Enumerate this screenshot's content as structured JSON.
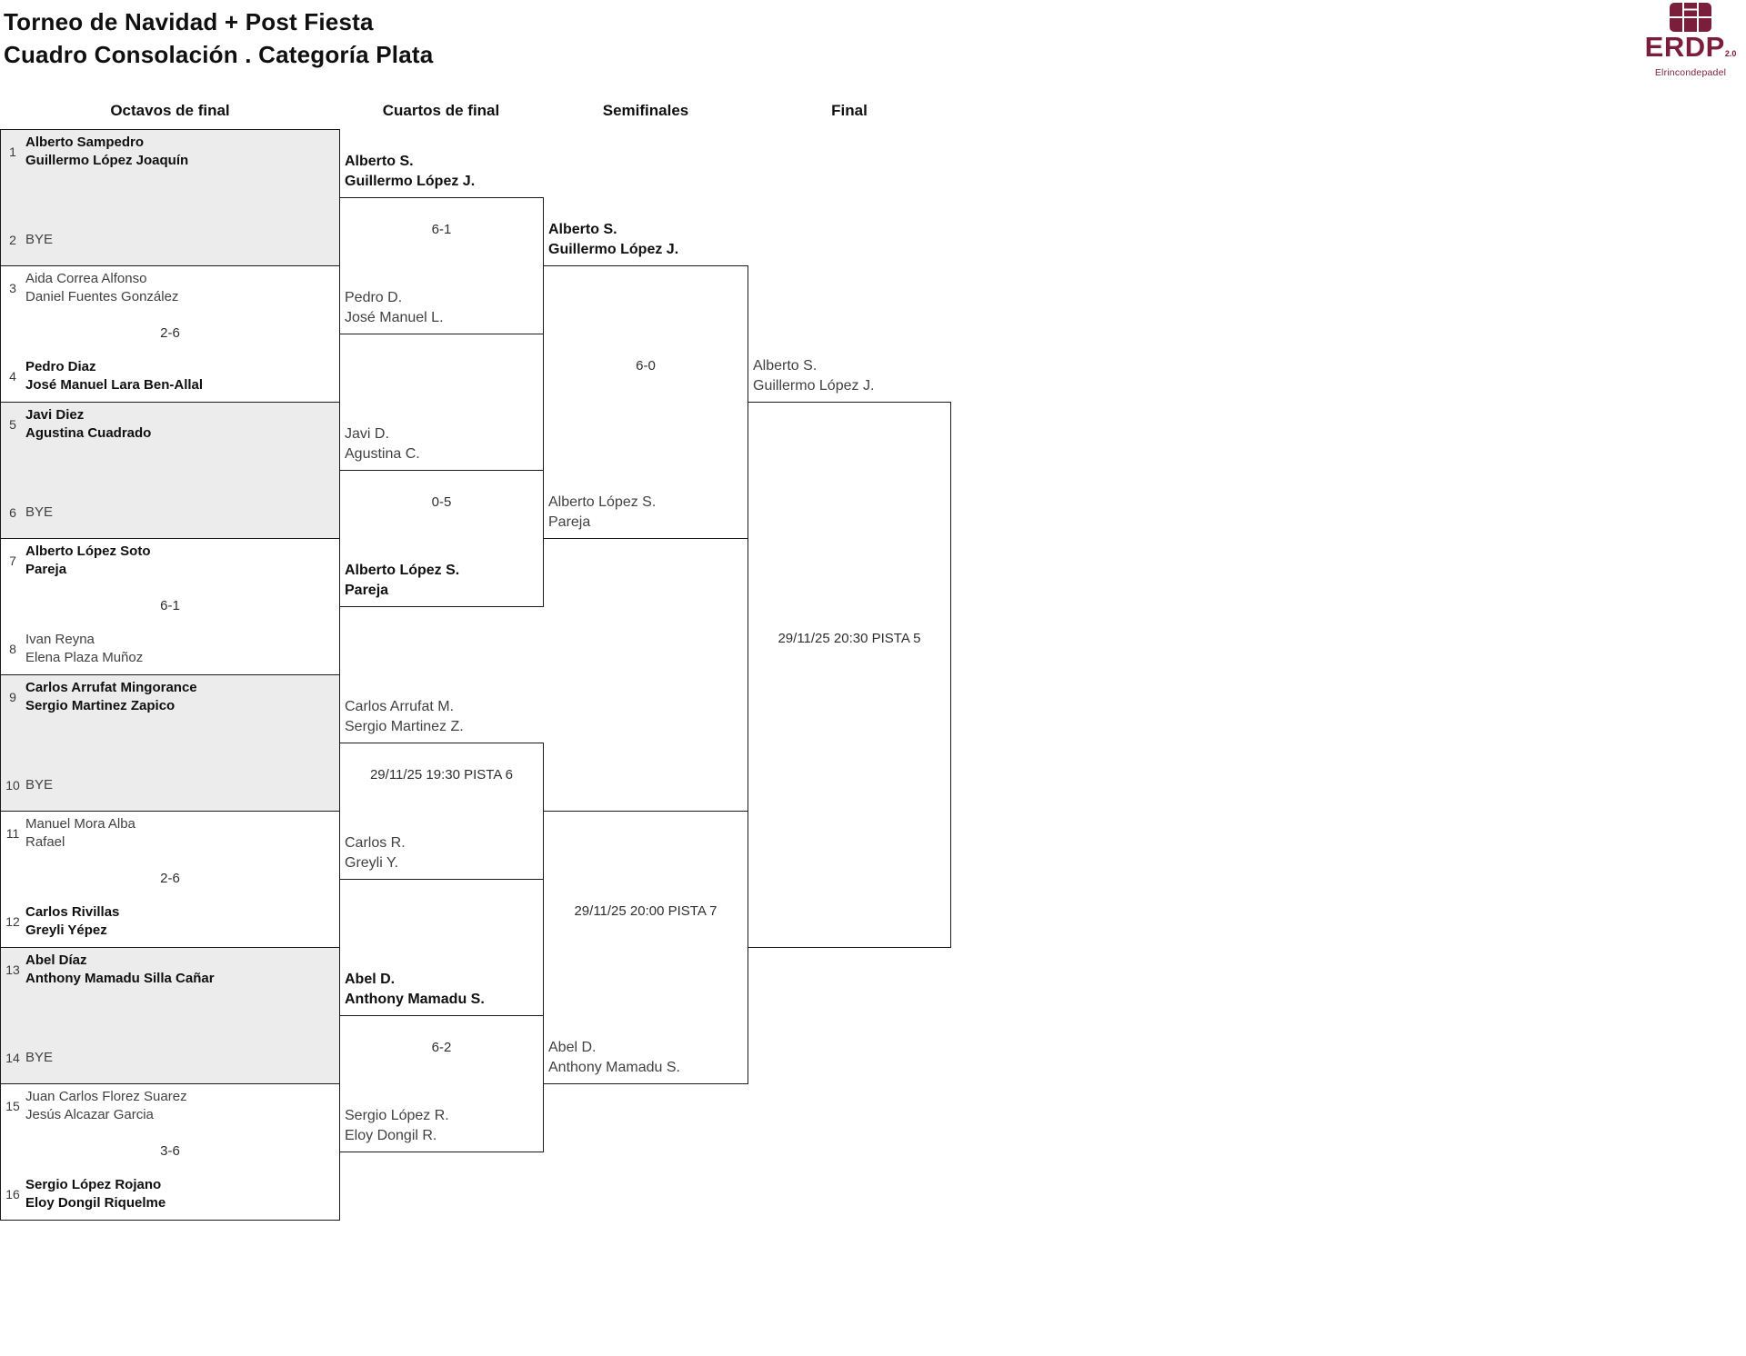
{
  "title": {
    "line1": "Torneo de Navidad + Post Fiesta",
    "line2": "Cuadro Consolación . Categoría Plata"
  },
  "logo": {
    "brand": "ERDP",
    "version": "2.0",
    "subtitle": "Elrincondepadel",
    "color": "#7b1e3c"
  },
  "rounds": {
    "r16": "Octavos de final",
    "qf": "Cuartos de final",
    "sf": "Semifinales",
    "final": "Final"
  },
  "r16": [
    {
      "seed_top": "1",
      "top1": "Alberto Sampedro",
      "top2": "Guillermo López Joaquín",
      "seed_bottom": "2",
      "bottom1": "BYE"
    },
    {
      "seed_top": "3",
      "top1": "Aida Correa Alfonso",
      "top2": "Daniel Fuentes González",
      "score": "2-6",
      "seed_bottom": "4",
      "bottom1": "Pedro Diaz",
      "bottom2": "José Manuel Lara Ben-Allal"
    },
    {
      "seed_top": "5",
      "top1": "Javi Diez",
      "top2": "Agustina Cuadrado",
      "seed_bottom": "6",
      "bottom1": "BYE"
    },
    {
      "seed_top": "7",
      "top1": "Alberto López Soto",
      "top2": "Pareja",
      "score": "6-1",
      "seed_bottom": "8",
      "bottom1": "Ivan Reyna",
      "bottom2": "Elena Plaza Muñoz"
    },
    {
      "seed_top": "9",
      "top1": "Carlos Arrufat Mingorance",
      "top2": "Sergio Martinez Zapico",
      "seed_bottom": "10",
      "bottom1": "BYE"
    },
    {
      "seed_top": "11",
      "top1": "Manuel Mora Alba",
      "top2": "Rafael",
      "score": "2-6",
      "seed_bottom": "12",
      "bottom1": "Carlos Rivillas",
      "bottom2": "Greyli Yépez"
    },
    {
      "seed_top": "13",
      "top1": "Abel Díaz",
      "top2": "Anthony Mamadu Silla Cañar",
      "seed_bottom": "14",
      "bottom1": "BYE"
    },
    {
      "seed_top": "15",
      "top1": "Juan Carlos Florez Suarez",
      "top2": "Jesús Alcazar Garcia",
      "score": "3-6",
      "seed_bottom": "16",
      "bottom1": "Sergio López Rojano",
      "bottom2": "Eloy Dongil Riquelme"
    }
  ],
  "qf": [
    {
      "top1": "Alberto S.",
      "top2": "Guillermo López J.",
      "center": "6-1",
      "bottom1": "Pedro D.",
      "bottom2": "José Manuel L."
    },
    {
      "top1": "Javi D.",
      "top2": "Agustina C.",
      "center": "0-5",
      "bottom1": "Alberto López S.",
      "bottom2": "Pareja"
    },
    {
      "top1": "Carlos Arrufat M.",
      "top2": "Sergio Martinez Z.",
      "center": "29/11/25 19:30 PISTA 6",
      "bottom1": "Carlos R.",
      "bottom2": "Greyli Y."
    },
    {
      "top1": "Abel D.",
      "top2": "Anthony Mamadu S.",
      "center": "6-2",
      "bottom1": "Sergio López R.",
      "bottom2": "Eloy Dongil R."
    }
  ],
  "sf": [
    {
      "top1": "Alberto S.",
      "top2": "Guillermo López J.",
      "center": "6-0",
      "bottom1": "Alberto López S.",
      "bottom2": "Pareja"
    },
    {
      "center": "29/11/25 20:00 PISTA 7",
      "bottom1": "Abel D.",
      "bottom2": "Anthony Mamadu S."
    }
  ],
  "final": {
    "top1": "Alberto S.",
    "top2": "Guillermo López J.",
    "center": "29/11/25 20:30 PISTA 5"
  }
}
